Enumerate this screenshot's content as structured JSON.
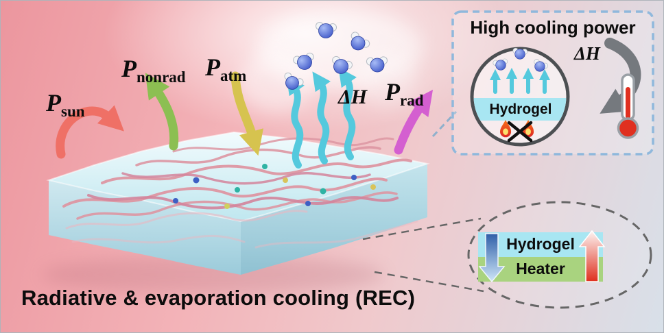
{
  "scene": {
    "title": "Radiative & evaporation cooling (REC)",
    "flux_labels": {
      "sun": {
        "symbol": "P",
        "subscript": "sun"
      },
      "nonrad": {
        "symbol": "P",
        "subscript": "nonrad"
      },
      "atm": {
        "symbol": "P",
        "subscript": "atm"
      },
      "rad": {
        "symbol": "P",
        "subscript": "rad"
      }
    },
    "enthalpy_label": "ΔH"
  },
  "inset_high_cooling_power": {
    "title": "High cooling power",
    "hydrogel_label": "Hydrogel",
    "enthalpy_label": "ΔH"
  },
  "inset_hydrogel_heater": {
    "hydrogel_label": "Hydrogel",
    "heater_label": "Heater"
  },
  "icons": {
    "water-molecule-icon": "blue oxygen sphere with two white hydrogen spheres",
    "flame-icon": "orange teardrop flame",
    "no-heating-cross-icon": "black X over flames",
    "thermometer-icon": "red bulb thermometer",
    "enthalpy-arrow-icon": "thick gray curved arrow",
    "cool-arrow-icon": "blue downward block arrow",
    "heat-arrow-icon": "red upward block arrow"
  },
  "colors": {
    "sun_arrow": "#ef7066",
    "nonrad_arrow": "#8cbf52",
    "atm_arrow": "#d6c34f",
    "evap_arrow": "#54c9dd",
    "rad_arrow": "#d45fd0",
    "hydrogel_bar": "#a8e6f2",
    "heater_bar": "#a9d37f",
    "inset_border": "#8fb8dc",
    "thermometer_red": "#e03020",
    "dashed_outline": "#666666",
    "enthalpy_arrow_gray": "#75797e"
  }
}
